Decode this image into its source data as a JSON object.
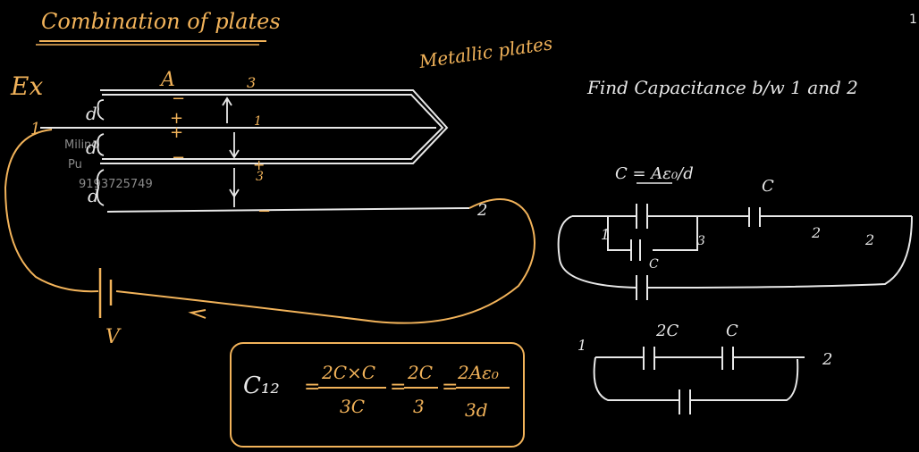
{
  "heading": "Combination of plates",
  "example_label": "Ex",
  "label_A": "A",
  "metallic_note": "Metallic plates",
  "task": "Find Capacitance b/w 1 and 2",
  "watermark": [
    "Milind",
    "Pu",
    "9193725749"
  ],
  "page_number": "1",
  "plates": {
    "gaps": [
      "d",
      "d",
      "d"
    ],
    "node_labels": [
      "3",
      "1",
      "3",
      "2"
    ],
    "charges": [
      "−",
      "+",
      "+",
      "−",
      "+",
      "−"
    ]
  },
  "battery_label": "V",
  "node_1_label": "1",
  "circuit1": {
    "formula": "C = Aε₀/d",
    "labels": [
      "C",
      "C"
    ],
    "nodes": [
      "1",
      "3",
      "2",
      "2"
    ]
  },
  "circuit2": {
    "labels": [
      "2C",
      "C"
    ],
    "nodes": [
      "1",
      "2"
    ]
  },
  "result": {
    "lhs": "C₁₂",
    "expr1": "2C×C/3C",
    "expr2": "2C/3",
    "expr3": "2Aε₀/3d"
  },
  "colors": {
    "background": "#000000",
    "ink_orange": "#f2b35a",
    "ink_white": "#e8e8e8",
    "watermark": "#8a8a8a"
  }
}
